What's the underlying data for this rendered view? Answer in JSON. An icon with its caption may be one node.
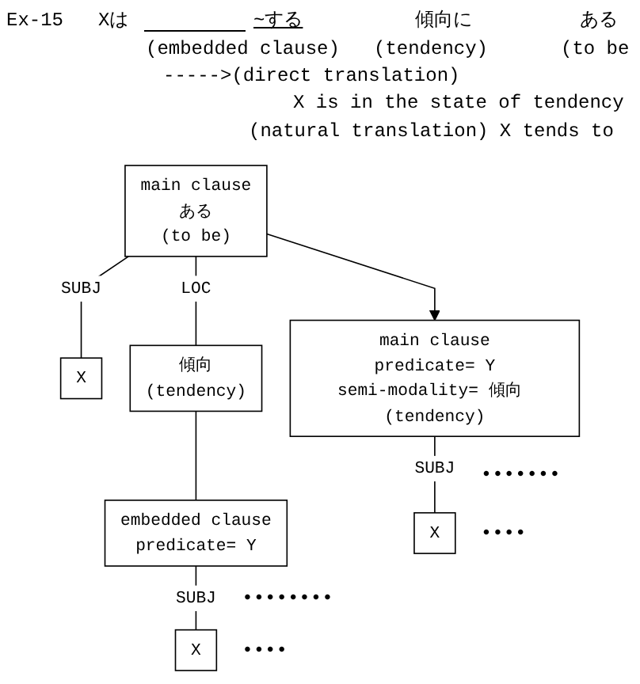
{
  "diagram": {
    "nodes": [
      {
        "text": [
          "main clause",
          "ある",
          "(to be)"
        ]
      },
      {
        "text": [
          "X"
        ]
      },
      {
        "text": [
          "傾向",
          "(tendency)"
        ]
      },
      {
        "text": [
          "embedded clause",
          "predicate= Y"
        ]
      },
      {
        "text": [
          "X"
        ]
      },
      {
        "text": [
          "main clause",
          "predicate= Y",
          "semi-modality= 傾向 (tendency)"
        ]
      },
      {
        "text": [
          "X"
        ]
      }
    ],
    "edges": [
      {
        "from": 0,
        "to": 1,
        "arrow": "none",
        "label": "SUBJ"
      },
      {
        "from": 0,
        "to": 2,
        "arrow": "none",
        "label": "LOC"
      },
      {
        "from": 2,
        "to": 3,
        "arrow": "none"
      },
      {
        "from": 3,
        "to": 4,
        "arrow": "none",
        "label": "SUBJ"
      },
      {
        "from": 0,
        "to": 5,
        "arrow": "to"
      },
      {
        "from": 5,
        "to": 6,
        "arrow": "none",
        "label": "SUBJ"
      }
    ],
    "labels": [
      "Ex-15",
      "Xは",
      "~する",
      "傾向に",
      "ある",
      "(embedded clause)",
      "(tendency)",
      "(to be",
      "----->(direct translation)",
      "X is in the state of tendency",
      "(natural translation) X tends to",
      "•••••••",
      "••••",
      "••••••••",
      "••••"
    ]
  }
}
